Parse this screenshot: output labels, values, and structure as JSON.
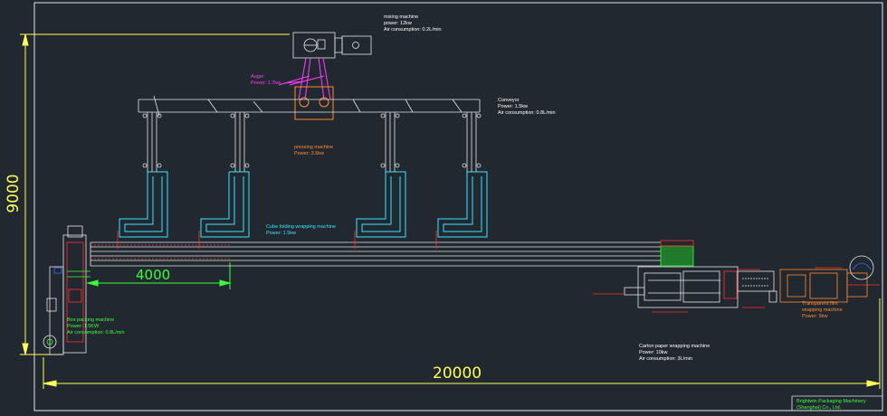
{
  "dimensions": {
    "height": "9000",
    "width": "20000",
    "conveyor_length": "4000"
  },
  "mixing_machine": {
    "name": "mixing machine",
    "power": "power: 12kw",
    "air": "Air consumption: 0.2L/min",
    "color": "#ffffff"
  },
  "auger": {
    "name": "Auger",
    "power": "Power: 1.7kw",
    "color": "#ff3cff"
  },
  "conveyor": {
    "name": "Conveyor",
    "power": "Power: 1.5kw",
    "air": "Air consumption: 0.8L/min",
    "color": "#ffffff"
  },
  "pressing_machine": {
    "name": "pressing machine",
    "power": "Power: 3.5kw",
    "color": "#ff8c32"
  },
  "cube_folding": {
    "name": "Cube folding wrapping machine",
    "power": "Power: 1.5kw",
    "color": "#3ce6ff"
  },
  "box_packing": {
    "name": "Box packing machine",
    "power": "Power: 1.5KW",
    "air": "Air consumption: 0.8L/min",
    "color": "#3cff3c"
  },
  "carton_wrapping": {
    "name": "Carton paper wrapping machine",
    "power": "Power: 10kw",
    "air": "Air consumption: 3L/min",
    "color": "#ffffff"
  },
  "transparent_film": {
    "name": "Transparent film",
    "name2": "wrapping machine",
    "power": "Power: 5kw",
    "color": "#ff8c32"
  },
  "title_block": {
    "line1": "Brightwin Packaging Machinery",
    "line2": "(Shanghai) Co., Ltd.",
    "color": "#3cff3c"
  },
  "colors": {
    "background": "#212830",
    "dimension": "#ffff5a",
    "structure": "#ffffff",
    "cyan": "#3ce6ff",
    "red": "#ff3030"
  }
}
